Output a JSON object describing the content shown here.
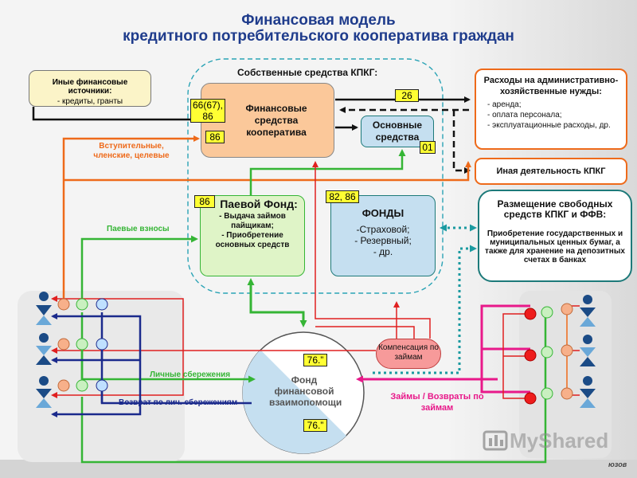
{
  "title": {
    "line1": "Финансовая модель",
    "line2": "кредитного потребительского кооператива граждан"
  },
  "own_funds_label": "Собственные средства КПКГ:",
  "other_sources": {
    "title": "Иные финансовые источники:",
    "items": "- кредиты, гранты"
  },
  "coop_funds": {
    "label": "Финансовые средства кооператива"
  },
  "fixed_assets": {
    "label": "Основные средства"
  },
  "expenses": {
    "title": "Расходы на административно-хозяйственные нужды:",
    "items": [
      "- аренда;",
      "- оплата персонала;",
      "- эксплуатационные расходы, др."
    ]
  },
  "other_activity": {
    "label": "Иная деятельность КПКГ"
  },
  "placement": {
    "title": "Размещение свободных средств КПКГ и ФФВ:",
    "body": "Приобретение государственных и муниципальных ценных бумаг, а также для хранение на депозитных счетах в банках"
  },
  "share_fund": {
    "title": "Паевой Фонд:",
    "items": [
      "- Выдача займов пайщикам;",
      "- Приобретение основных средств"
    ]
  },
  "funds": {
    "title": "ФОНДЫ",
    "items": [
      "-Страховой;",
      "- Резервный;",
      "- др."
    ]
  },
  "mutual_fund": {
    "label": "Фонд финансовой взаимопомощи"
  },
  "compensation": {
    "label": "Компенсация по займам"
  },
  "labels": {
    "entrance": "Вступительные, членские, целевые",
    "share_contrib": "Паевые взносы",
    "personal_savings": "Личные сбережения",
    "savings_return": "Возврат по лич. сбережениям",
    "loans": "Займы / Возвраты по займам"
  },
  "tags": {
    "t66": "66(67), 86",
    "t86a": "86",
    "t26": "26",
    "t01": "01",
    "t86b": "86",
    "t8286": "82, 86",
    "t76a": "76.”",
    "t76b": "76.”"
  },
  "watermark": "MyShared",
  "corner_text": "юзов",
  "colors": {
    "title": "#1f3c8c",
    "coop_fill": "#fbc89a",
    "green_fill": "#dff4c7",
    "blue_fill": "#c5dff0",
    "orange_border": "#ee6a1a",
    "teal_border": "#1d7a7a",
    "tag_yellow": "#ffff33",
    "red_line": "#e02020",
    "green_line": "#35b535",
    "magenta_line": "#e8198a",
    "navy_line": "#1b2a8c",
    "teal_dots": "#1a9aa0"
  }
}
